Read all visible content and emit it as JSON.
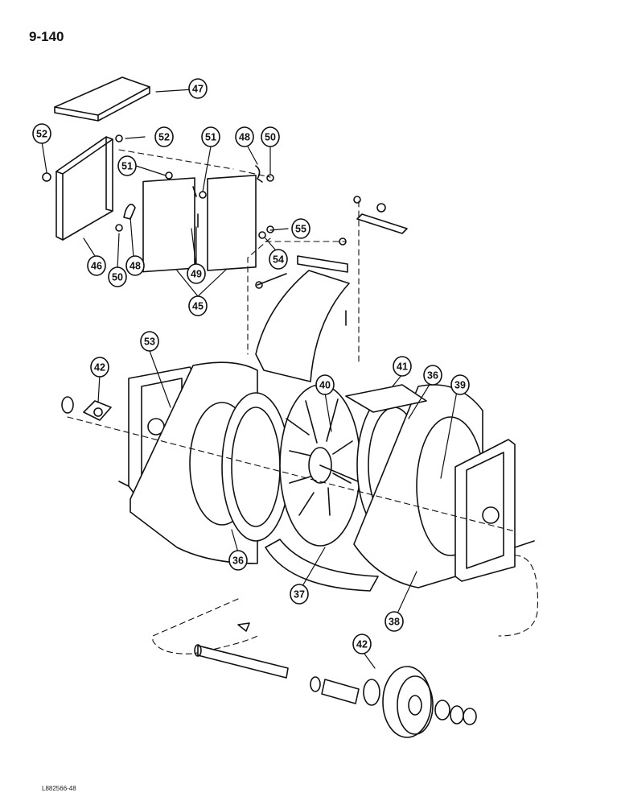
{
  "page_number": "9-140",
  "footer_code": "L882566-48",
  "colors": {
    "ink": "#111111",
    "paper": "#ffffff"
  },
  "callouts": [
    {
      "label": "47"
    },
    {
      "label": "52"
    },
    {
      "label": "52"
    },
    {
      "label": "51"
    },
    {
      "label": "48"
    },
    {
      "label": "50"
    },
    {
      "label": "51"
    },
    {
      "label": "55"
    },
    {
      "label": "54"
    },
    {
      "label": "46"
    },
    {
      "label": "50"
    },
    {
      "label": "48"
    },
    {
      "label": "49"
    },
    {
      "label": "45"
    },
    {
      "label": "53"
    },
    {
      "label": "42"
    },
    {
      "label": "40"
    },
    {
      "label": "41"
    },
    {
      "label": "36"
    },
    {
      "label": "39"
    },
    {
      "label": "36"
    },
    {
      "label": "37"
    },
    {
      "label": "38"
    },
    {
      "label": "42"
    }
  ]
}
